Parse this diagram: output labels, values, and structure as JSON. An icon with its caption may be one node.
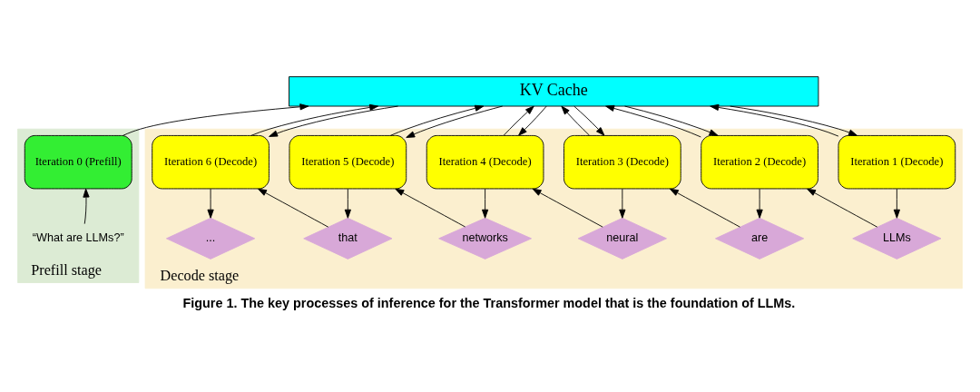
{
  "diagram": {
    "caption": "Figure 1. The key processes of inference for the Transformer model that is the foundation of LLMs.",
    "nodes": [
      {
        "text": [
          "Prefill stage"
        ]
      },
      {
        "text": [
          "Decode stage"
        ]
      },
      {
        "text": [
          "KV Cache"
        ]
      },
      {
        "text": [
          "Iteration 0 (Prefill)"
        ],
        "in": 0
      },
      {
        "text": [
          "“What are LLMs?”"
        ],
        "in": 0
      },
      {
        "text": [
          "Iteration 1 (Decode)"
        ],
        "in": 1
      },
      {
        "text": [
          "Iteration 2 (Decode)"
        ],
        "in": 1
      },
      {
        "text": [
          "Iteration 3 (Decode)"
        ],
        "in": 1
      },
      {
        "text": [
          "Iteration 4 (Decode)"
        ],
        "in": 1
      },
      {
        "text": [
          "Iteration 5 (Decode)"
        ],
        "in": 1
      },
      {
        "text": [
          "Iteration 6 (Decode)"
        ],
        "in": 1
      },
      {
        "text": [
          "LLMs"
        ],
        "in": 1
      },
      {
        "text": [
          "are"
        ],
        "in": 1
      },
      {
        "text": [
          "neural"
        ],
        "in": 1
      },
      {
        "text": [
          "networks"
        ],
        "in": 1
      },
      {
        "text": [
          "that"
        ],
        "in": 1
      },
      {
        "text": [
          "..."
        ],
        "in": 1
      }
    ],
    "edges": [
      {
        "from": 4,
        "to": 3,
        "arrow": "to"
      },
      {
        "from": 3,
        "to": 2,
        "arrow": "to"
      },
      {
        "from": 2,
        "to": 5,
        "arrow": "to"
      },
      {
        "from": 5,
        "to": 2,
        "arrow": "to"
      },
      {
        "from": 5,
        "to": 11,
        "arrow": "to"
      },
      {
        "from": 11,
        "to": 6,
        "arrow": "to"
      },
      {
        "from": 2,
        "to": 6,
        "arrow": "to"
      },
      {
        "from": 6,
        "to": 2,
        "arrow": "to"
      },
      {
        "from": 6,
        "to": 12,
        "arrow": "to"
      },
      {
        "from": 12,
        "to": 7,
        "arrow": "to"
      },
      {
        "from": 2,
        "to": 7,
        "arrow": "to"
      },
      {
        "from": 7,
        "to": 2,
        "arrow": "to"
      },
      {
        "from": 7,
        "to": 13,
        "arrow": "to"
      },
      {
        "from": 13,
        "to": 8,
        "arrow": "to"
      },
      {
        "from": 2,
        "to": 8,
        "arrow": "to"
      },
      {
        "from": 8,
        "to": 2,
        "arrow": "to"
      },
      {
        "from": 8,
        "to": 14,
        "arrow": "to"
      },
      {
        "from": 14,
        "to": 9,
        "arrow": "to"
      },
      {
        "from": 2,
        "to": 9,
        "arrow": "to"
      },
      {
        "from": 9,
        "to": 2,
        "arrow": "to"
      },
      {
        "from": 9,
        "to": 15,
        "arrow": "to"
      },
      {
        "from": 15,
        "to": 10,
        "arrow": "to"
      },
      {
        "from": 2,
        "to": 10,
        "arrow": "to"
      },
      {
        "from": 10,
        "to": 2,
        "arrow": "to"
      },
      {
        "from": 10,
        "to": 16,
        "arrow": "to"
      }
    ]
  }
}
